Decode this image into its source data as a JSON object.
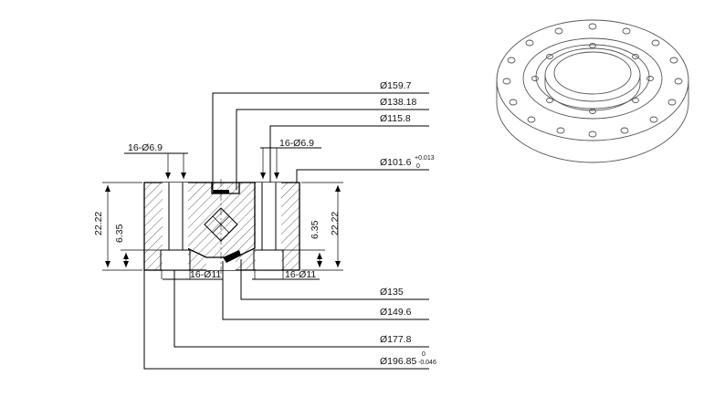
{
  "diagram": {
    "title": "",
    "upper_dimensions": [
      {
        "key": "d159_7",
        "label": "Ø159.7"
      },
      {
        "key": "d138_18",
        "label": "Ø138.18"
      },
      {
        "key": "d115_8",
        "label": "Ø115.8"
      }
    ],
    "bore": {
      "label": "Ø101.6",
      "tol_upper": "+0.013",
      "tol_lower": "0"
    },
    "hole_callouts": {
      "top_left": "16-Ø6.9",
      "top_right": "16-Ø6.9",
      "bottom_left": "16-Ø11",
      "bottom_right": "16-Ø11"
    },
    "height_dimensions": {
      "left_total": "22.22",
      "left_counterbore": "6.35",
      "right_total": "22.22",
      "right_counterbore": "6.35"
    },
    "lower_dimensions": [
      {
        "key": "d135",
        "label": "Ø135"
      },
      {
        "key": "d149_6",
        "label": "Ø149.6"
      },
      {
        "key": "d177_8",
        "label": "Ø177.8"
      }
    ],
    "outer": {
      "label": "Ø196.85",
      "tol_upper": "0",
      "tol_lower": "-0.046"
    }
  },
  "colors": {
    "line": "#000000",
    "background": "#ffffff",
    "iso_outline": "#555555"
  }
}
